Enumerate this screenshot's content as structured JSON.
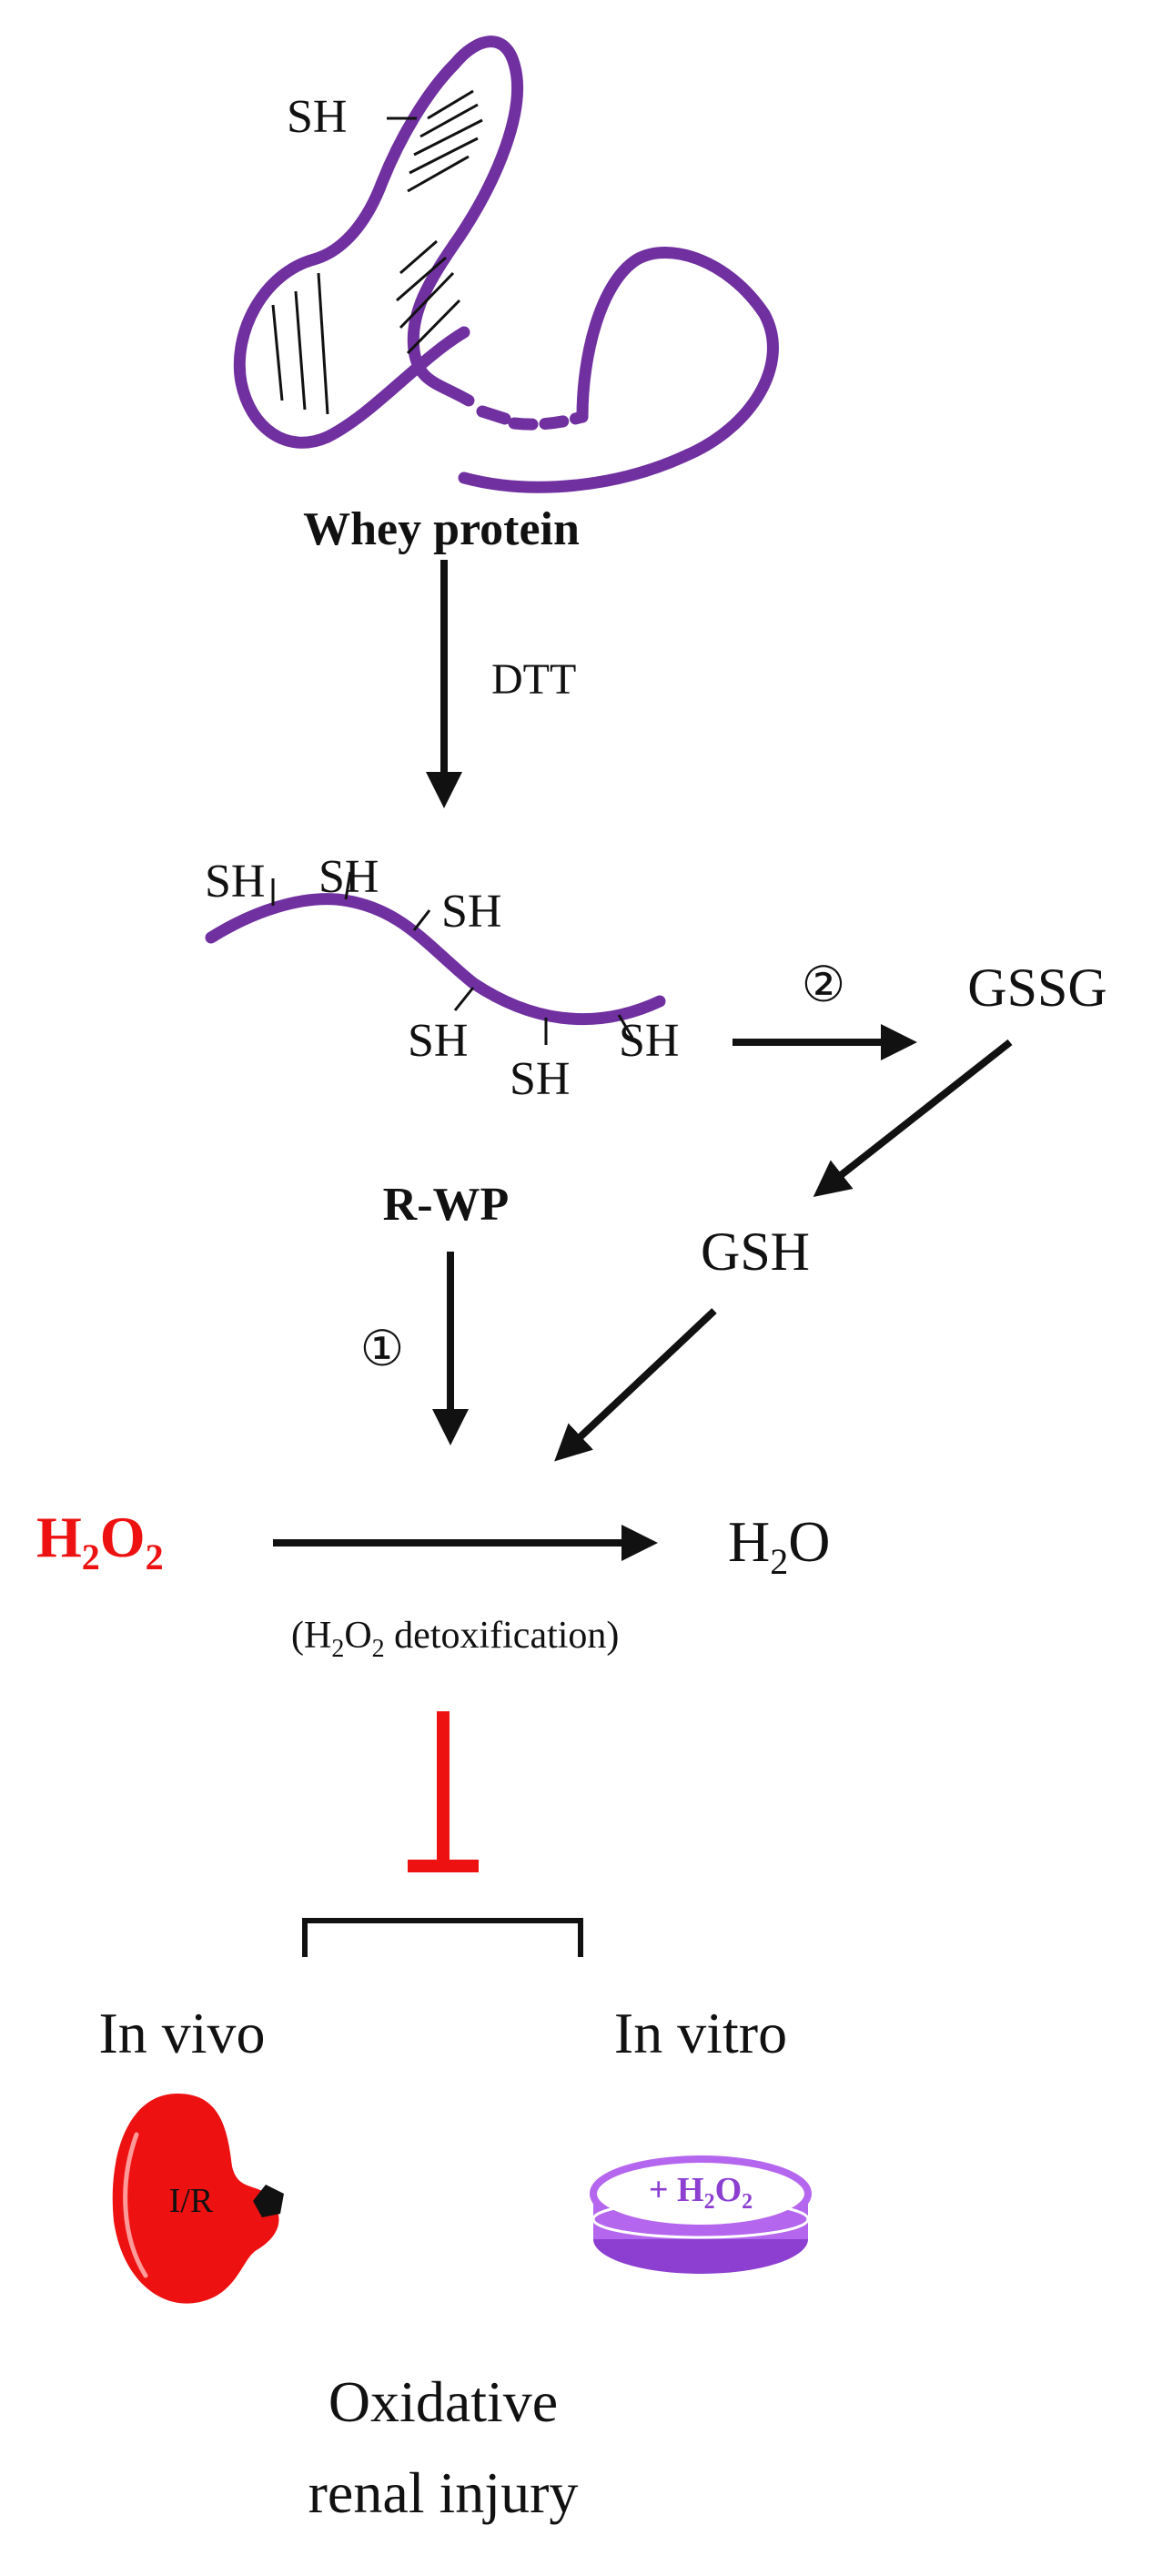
{
  "protein": {
    "sh_label": "SH",
    "title": "Whey protein"
  },
  "step_reduce": {
    "reagent": "DTT"
  },
  "reduced": {
    "sh_labels": [
      "SH",
      "SH",
      "SH",
      "SH",
      "SH",
      "SH"
    ],
    "title": "R-WP"
  },
  "glutathione": {
    "step_marker": "②",
    "oxidized": "GSSG",
    "reduced": "GSH"
  },
  "direct": {
    "step_marker": "①"
  },
  "reaction": {
    "reactant_main": "H",
    "reactant_sub1": "2",
    "reactant_o": "O",
    "reactant_sub2": "2",
    "product_main": "H",
    "product_sub": "2",
    "product_o": "O",
    "note_open": "(H",
    "note_sub1": "2",
    "note_o": "O",
    "note_sub2": "2",
    "note_rest": " detoxification)"
  },
  "outcomes": {
    "in_vivo": "In vivo",
    "in_vitro": "In vitro",
    "kidney_label": "I/R",
    "dish_label_plus": "+ H",
    "dish_label_sub1": "2",
    "dish_label_o": "O",
    "dish_label_sub2": "2",
    "result_line1": "Oxidative",
    "result_line2": "renal injury"
  },
  "colors": {
    "protein": "#7030A0",
    "inhibit": "#EE1111",
    "kidney": "#EE1111",
    "dish": "#B566EE",
    "dish_dark": "#8C3FD0",
    "text": "#111111"
  }
}
